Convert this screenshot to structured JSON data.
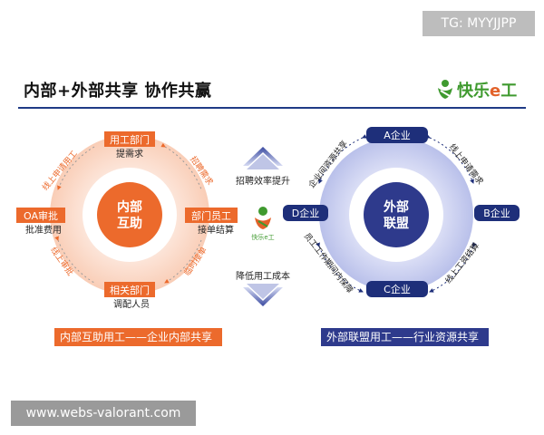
{
  "header": {
    "title": "内部+外部共享 协作共赢",
    "brand": {
      "prefix": "快乐",
      "e": "e",
      "suffix": "工",
      "icon": "person-logo-icon"
    }
  },
  "watermarks": {
    "tg": "TG: MYYJJPP",
    "url": "www.webs-valorant.com"
  },
  "colors": {
    "orange": "#ec6a2c",
    "navy": "#2e3a8c",
    "peach": "#fbdccd",
    "lavender": "#c5cbee",
    "brand_green": "#3f9a2f"
  },
  "left_cycle": {
    "center": "内部\n互助",
    "nodes": {
      "top": {
        "tag": "用工部门",
        "sub": "提需求"
      },
      "right": {
        "tag": "部门员工",
        "sub": "接单结算"
      },
      "bottom": {
        "tag": "相关部门",
        "sub": "调配人员"
      },
      "left": {
        "tag": "OA审批",
        "sub": "批准费用"
      }
    },
    "arc_labels": {
      "top_left": "线上申请用工",
      "top_right": "招聘需求",
      "bottom_right": "临时接单",
      "bottom_left": "线上审批"
    },
    "banner": "内部互助用工——企业内部共享"
  },
  "middle": {
    "top_label": "招聘效率提升",
    "bottom_label": "降低用工成本",
    "logo_text": "快乐e工"
  },
  "right_cycle": {
    "center": "外部\n联盟",
    "nodes": {
      "top": "A企业",
      "right": "B企业",
      "bottom": "C企业",
      "left": "D企业"
    },
    "arc_labels": {
      "top_left": "企业间资源共享",
      "top_right": "线上申请需求",
      "bottom_right": "线上工资结算",
      "bottom_left": "员工工作期间内保障"
    },
    "banner": "外部联盟用工——行业资源共享"
  }
}
